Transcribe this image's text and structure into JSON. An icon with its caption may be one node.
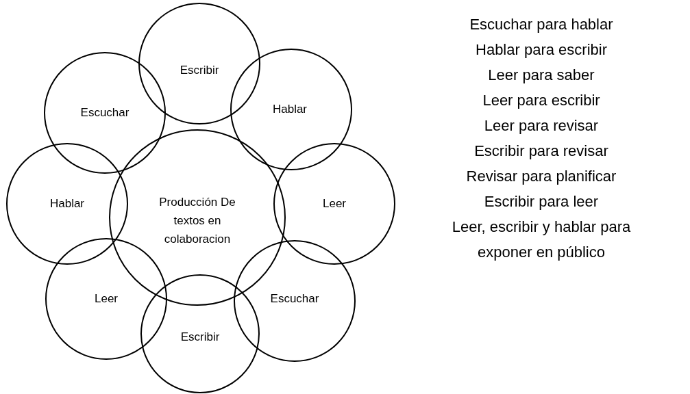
{
  "diagram": {
    "nodes": [
      {
        "text": [
          "Producción De textos en colaboracion"
        ]
      },
      {
        "text": [
          "Escribir"
        ]
      },
      {
        "text": [
          "Hablar"
        ]
      },
      {
        "text": [
          "Leer"
        ]
      },
      {
        "text": [
          "Escuchar"
        ]
      },
      {
        "text": [
          "Escribir"
        ]
      },
      {
        "text": [
          "Leer"
        ]
      },
      {
        "text": [
          "Hablar"
        ]
      },
      {
        "text": [
          "Escuchar"
        ]
      }
    ],
    "labels": [
      "Escuchar para hablar",
      "Hablar para escribir",
      "Leer para saber",
      "Leer para escribir",
      "Leer para revisar",
      "Escribir para revisar",
      "Revisar para planificar",
      "Escribir para leer",
      "Leer, escribir y hablar para exponer en público"
    ]
  }
}
